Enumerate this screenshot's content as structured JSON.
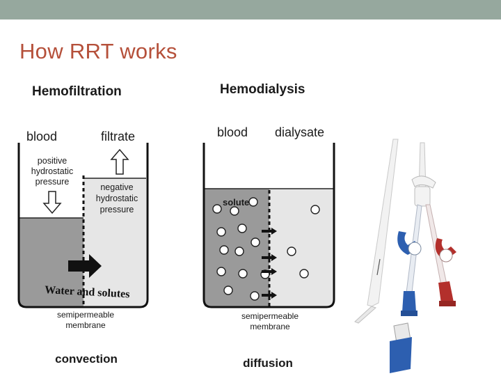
{
  "colors": {
    "topbar": "#96a89e",
    "title": "#b5503a",
    "fluid_left": "#9a9a9a",
    "fluid_right": "#e6e6e6",
    "catheter_blue": "#2d5fb0",
    "catheter_red": "#b3302c",
    "catheter_white": "#f1f1f1"
  },
  "slide": {
    "title": "How RRT works"
  },
  "hemofiltration": {
    "heading": "Hemofiltration",
    "blood_label": "blood",
    "filtrate_label": "filtrate",
    "positive_line1": "positive",
    "positive_line2": "hydrostatic",
    "positive_line3": "pressure",
    "negative_line1": "negative",
    "negative_line2": "hydrostatic",
    "negative_line3": "pressure",
    "flow_label": "Water and solutes",
    "membrane_line1": "semipermeable",
    "membrane_line2": "membrane",
    "mechanism": "convection"
  },
  "hemodialysis": {
    "heading": "Hemodialysis",
    "blood_label": "blood",
    "dialysate_label": "dialysate",
    "solutes_label": "solutes",
    "membrane_line1": "semipermeable",
    "membrane_line2": "membrane",
    "mechanism": "diffusion"
  },
  "catheter": {
    "clamp_left_label": "?",
    "clamp_right_label": "?"
  }
}
